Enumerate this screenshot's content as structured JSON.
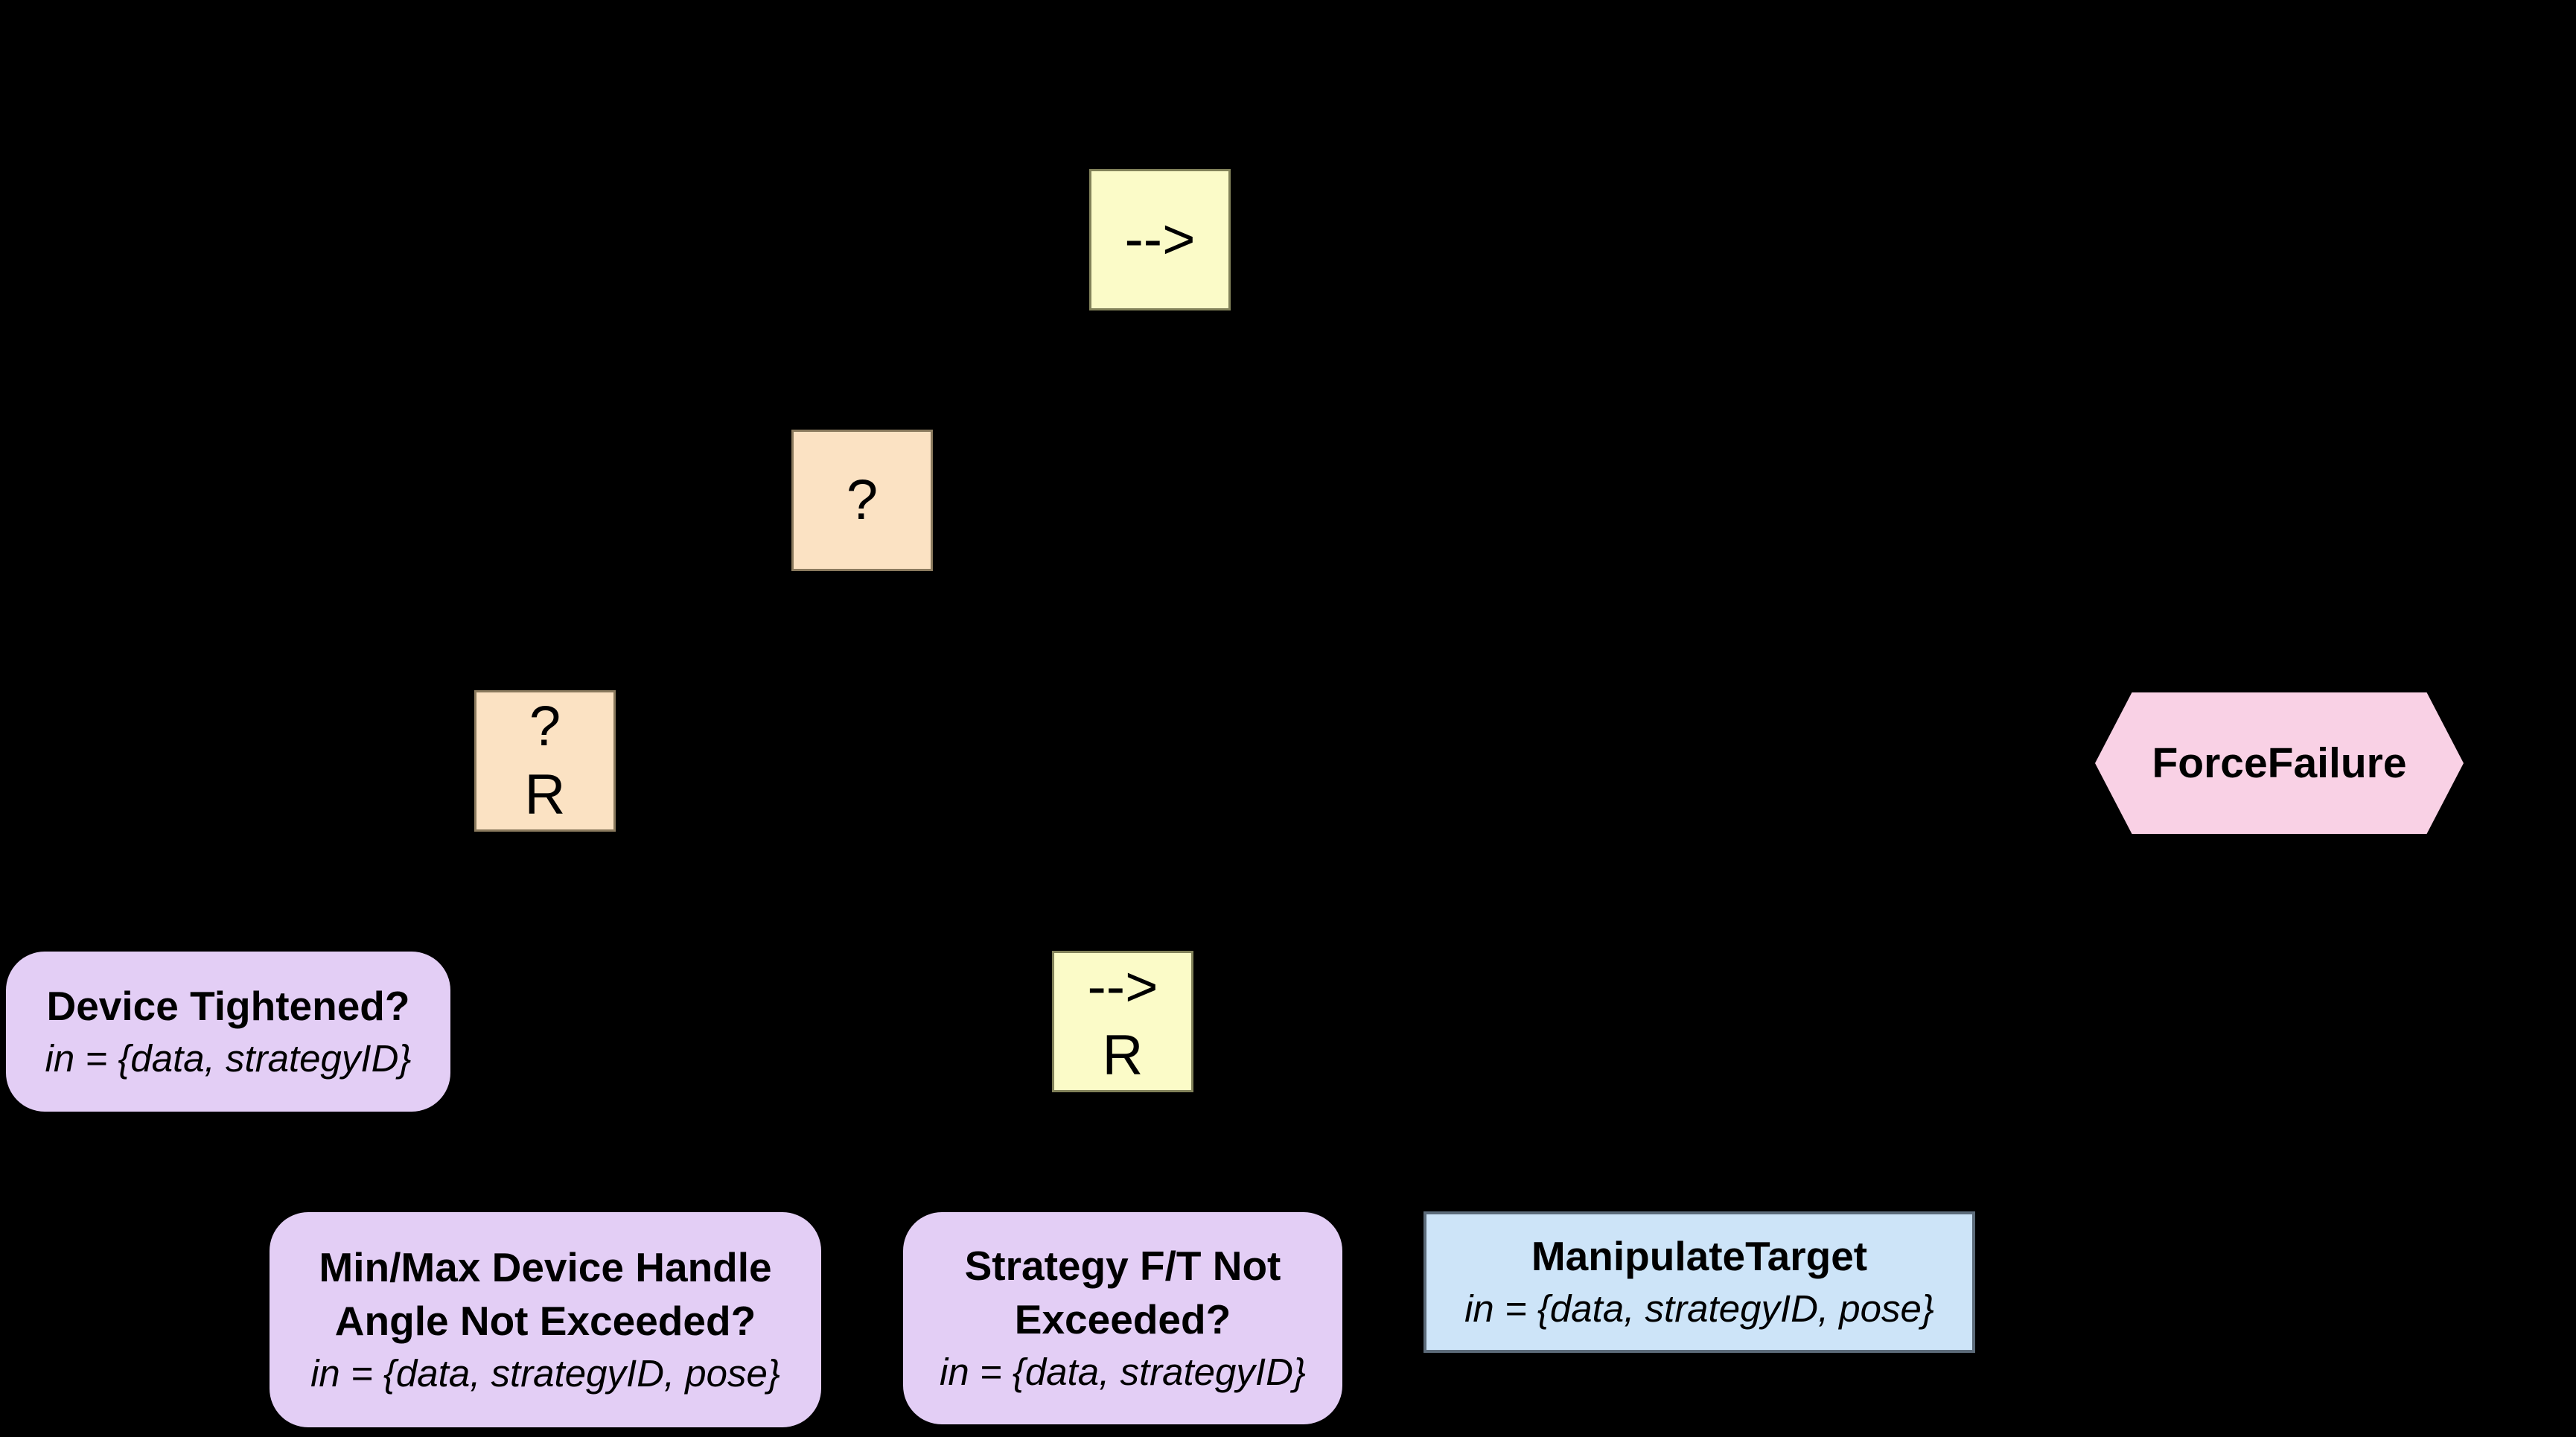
{
  "diagram": {
    "kind": "behavior-tree",
    "background": "#000000",
    "colors": {
      "sequence_fill": "#FBFBC8",
      "fallback_fill": "#FBE2C3",
      "condition_fill": "#E3CEF5",
      "action_fill": "#CDE4F8",
      "decorator_fill": "#F9D1E5",
      "text": "#000000"
    },
    "nodes": {
      "seq_root": {
        "type": "sequence",
        "symbol": "-->"
      },
      "fallback": {
        "type": "fallback",
        "symbol": "?"
      },
      "fallback_retry": {
        "type": "fallback-retry",
        "symbol": "?",
        "decorator": "R"
      },
      "device_tightened": {
        "type": "condition",
        "title": "Device Tightened?",
        "params": "in = {data, strategyID}"
      },
      "seq_retry": {
        "type": "sequence-retry",
        "symbol": "-->",
        "decorator": "R"
      },
      "force_failure": {
        "type": "decorator",
        "title": "ForceFailure"
      },
      "minmax_angle": {
        "type": "condition",
        "title": "Min/Max Device Handle Angle Not Exceeded?",
        "params": "in = {data, strategyID, pose}"
      },
      "strategy_ft": {
        "type": "condition",
        "title": "Strategy F/T Not Exceeded?",
        "params": "in = {data, strategyID}"
      },
      "manipulate_target": {
        "type": "action",
        "title": "ManipulateTarget",
        "params": "in = {data, strategyID, pose}"
      }
    }
  }
}
